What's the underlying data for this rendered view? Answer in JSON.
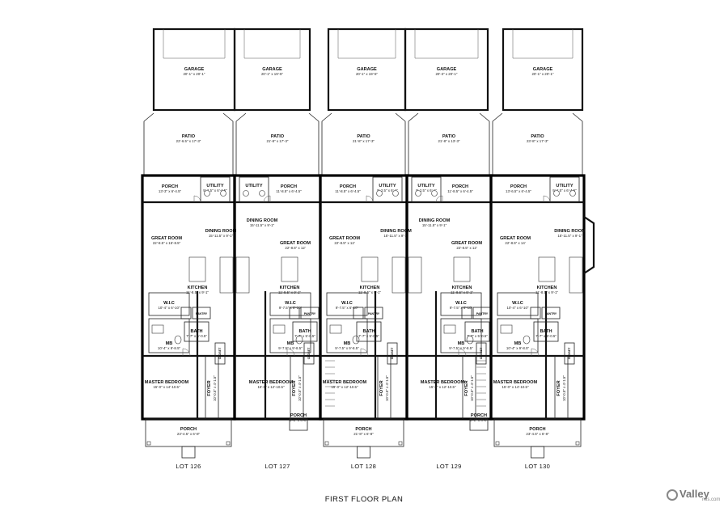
{
  "plan_title": "FIRST FLOOR PLAN",
  "watermark": {
    "text": "Valley",
    "sub": "mls.com"
  },
  "units": [
    {
      "lot": "LOT 126",
      "rooms": {
        "garage": {
          "name": "GARAGE",
          "dim": "20'-1\" x 20'-1\""
        },
        "patio": {
          "name": "PATIO",
          "dim": "22'-6.5\" x 17'-3\""
        },
        "porch": {
          "name": "PORCH",
          "dim": "13'-3\" x 6'-4.5\""
        },
        "utility": {
          "name": "UTILITY",
          "dim": "9'-2.5\" x 6'-4.5\""
        },
        "great": {
          "name": "GREAT ROOM",
          "dim": "22'-8.5\" x 15'-8.5\""
        },
        "dining": {
          "name": "DINING ROOM",
          "dim": "15'-11.5\" x 9'-1\""
        },
        "kitchen": {
          "name": "KITCHEN",
          "dim": "11'-8.5\" x 9'-1\""
        },
        "wic": {
          "name": "W.I.C",
          "dim": "10'-4\" x 6'-10\""
        },
        "mb": {
          "name": "MB",
          "dim": "10'-4\" x 9'-8.5\""
        },
        "pantry": {
          "name": "PANTRY",
          "dim": ""
        },
        "bath": {
          "name": "BATH",
          "dim": "7'-7\" x 5'-0.5\""
        },
        "closet": {
          "name": "CLOSET",
          "dim": ""
        },
        "master": {
          "name": "MASTER BEDROOM",
          "dim": "15'-0\" x 14'-10.5\""
        },
        "foyer": {
          "name": "FOYER",
          "dim": "10'-0.5\" x 4'-1.5\""
        },
        "front": {
          "name": "PORCH",
          "dim": "23'-4.5\" x 6'-8\""
        }
      }
    },
    {
      "lot": "LOT 127",
      "rooms": {
        "garage": {
          "name": "GARAGE",
          "dim": "20'-1\" x 19'-5\""
        },
        "patio": {
          "name": "PATIO",
          "dim": "21'-8\" x 17'-3\""
        },
        "porch": {
          "name": "PORCH",
          "dim": "11'-8.5\" x 6'-4.5\""
        },
        "utility": {
          "name": "UTILITY",
          "dim": ""
        },
        "great": {
          "name": "GREAT ROOM",
          "dim": "22'-8.5\" x 12'"
        },
        "dining": {
          "name": "DINING ROOM",
          "dim": "15'-11.5\" x 9'-1\""
        },
        "kitchen": {
          "name": "KITCHEN",
          "dim": "11'-8.5\" x 9'-1\""
        },
        "wic": {
          "name": "W.I.C",
          "dim": "9'-7.5\" x 6'-10\""
        },
        "mb": {
          "name": "MB",
          "dim": "9'-7.5\" x 9'-8.5\""
        },
        "pantry": {
          "name": "PANTRY",
          "dim": ""
        },
        "bath": {
          "name": "BATH",
          "dim": "7'-7\" x 5'-0.5\""
        },
        "closet": {
          "name": "CLOSET",
          "dim": ""
        },
        "master": {
          "name": "MASTER BEDROOM",
          "dim": "15'-0\" x 12'-10.5\""
        },
        "foyer": {
          "name": "FOYER",
          "dim": "10'-0.5\" x 4'-1.5\""
        },
        "front": {
          "name": "PORCH",
          "dim": "6'-1\" x 4'-0\""
        }
      }
    },
    {
      "lot": "LOT 128",
      "rooms": {
        "garage": {
          "name": "GARAGE",
          "dim": "20'-1\" x 19'-5\""
        },
        "patio": {
          "name": "PATIO",
          "dim": "21'-8\" x 17'-3\""
        },
        "porch": {
          "name": "PORCH",
          "dim": "11'-8.5\" x 6'-4.5\""
        },
        "utility": {
          "name": "UTILITY",
          "dim": "9'-2.5\" x 6'-1\""
        },
        "great": {
          "name": "GREAT ROOM",
          "dim": "22'-8.5\" x 12'"
        },
        "dining": {
          "name": "DINING ROOM",
          "dim": "15'-11.5\" x 9'-1\""
        },
        "kitchen": {
          "name": "KITCHEN",
          "dim": "11'-8.5\" x 9'-1\""
        },
        "wic": {
          "name": "W.I.C",
          "dim": "9'-7.5\" x 6'-10\""
        },
        "mb": {
          "name": "MB",
          "dim": "9'-7.5\" x 9'-8.5\""
        },
        "pantry": {
          "name": "PANTRY",
          "dim": ""
        },
        "bath": {
          "name": "BATH",
          "dim": "7'-7\" x 5'-0.5\""
        },
        "closet": {
          "name": "CLOSET",
          "dim": ""
        },
        "master": {
          "name": "MASTER BEDROOM",
          "dim": "15'-0\" x 12'-10.5\""
        },
        "foyer": {
          "name": "FOYER",
          "dim": "10'-0.5\" x 4'-1.5\""
        },
        "front": {
          "name": "PORCH",
          "dim": "21'-8\" x 6'-8\""
        }
      }
    },
    {
      "lot": "LOT 129",
      "rooms": {
        "garage": {
          "name": "GARAGE",
          "dim": "20'-3\" x 20'-1\""
        },
        "patio": {
          "name": "PATIO",
          "dim": "21'-8\" x 13'-3\""
        },
        "porch": {
          "name": "PORCH",
          "dim": "11'-8.5\" x 6'-4.5\""
        },
        "utility": {
          "name": "UTILITY",
          "dim": "9'-2.5\" x 6'-1\""
        },
        "great": {
          "name": "GREAT ROOM",
          "dim": "22'-8.5\" x 12'"
        },
        "dining": {
          "name": "DINING ROOM",
          "dim": "15'-11.5\" x 9'-1\""
        },
        "kitchen": {
          "name": "KITCHEN",
          "dim": "11'-8.5\" x 9'-1\""
        },
        "wic": {
          "name": "W.I.C",
          "dim": "9'-7.5\" x 6'-10\""
        },
        "mb": {
          "name": "MB",
          "dim": "9'-7.5\" x 9'-8.5\""
        },
        "pantry": {
          "name": "PANTRY",
          "dim": ""
        },
        "bath": {
          "name": "BATH",
          "dim": "7'-7\" x 5'-0.5\""
        },
        "closet": {
          "name": "CLOSET",
          "dim": ""
        },
        "master": {
          "name": "MASTER BEDROOM",
          "dim": "15'-0\" x 12'-10.5\""
        },
        "foyer": {
          "name": "FOYER",
          "dim": "10'-0.5\" x 4'-1.5\""
        },
        "front": {
          "name": "PORCH",
          "dim": "6'-1\" x 4'-0\""
        }
      }
    },
    {
      "lot": "LOT 130",
      "rooms": {
        "garage": {
          "name": "GARAGE",
          "dim": "20'-1\" x 20'-1\""
        },
        "patio": {
          "name": "PATIO",
          "dim": "23'-8\" x 17'-3\""
        },
        "porch": {
          "name": "PORCH",
          "dim": "13'-6.5\" x 6'-4.5\""
        },
        "utility": {
          "name": "UTILITY",
          "dim": "9'-2.5\" x 6'-4.5\""
        },
        "great": {
          "name": "GREAT ROOM",
          "dim": "22'-8.5\" x 14'"
        },
        "dining": {
          "name": "DINING ROOM",
          "dim": "15'-11.5\" x 9'-1\""
        },
        "kitchen": {
          "name": "KITCHEN",
          "dim": "11'-8.5\" x 9'-1\""
        },
        "wic": {
          "name": "W.I.C",
          "dim": "10'-4\" x 6'-10\""
        },
        "mb": {
          "name": "MB",
          "dim": "10'-4\" x 9'-8.5\""
        },
        "pantry": {
          "name": "PANTRY",
          "dim": ""
        },
        "bath": {
          "name": "BATH",
          "dim": "7'-7\" x 5'-0.5\""
        },
        "closet": {
          "name": "CLOSET",
          "dim": ""
        },
        "master": {
          "name": "MASTER BEDROOM",
          "dim": "15'-0\" x 14'-10.5\""
        },
        "foyer": {
          "name": "FOYER",
          "dim": "10'-0.5\" x 4'-1.5\""
        },
        "front": {
          "name": "PORCH",
          "dim": "23'-4.5\" x 6'-8\""
        }
      }
    }
  ]
}
